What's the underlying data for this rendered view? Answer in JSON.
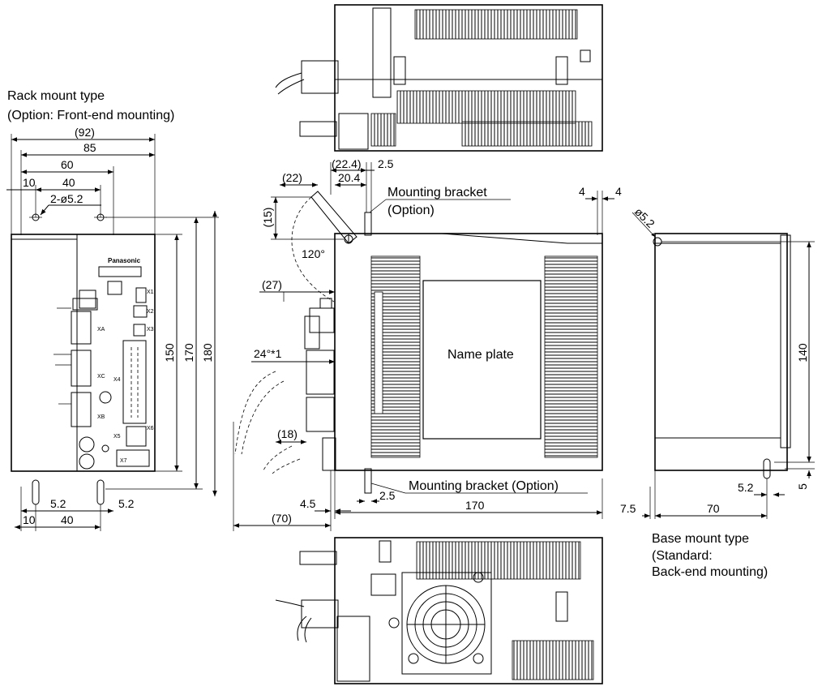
{
  "labels": {
    "rack_title": "Rack mount type",
    "rack_subtitle": "(Option: Front-end mounting)",
    "base_title": "Base mount type",
    "base_sub1": "(Standard:",
    "base_sub2": "Back-end mounting)",
    "mounting_bracket_top1": "Mounting bracket",
    "mounting_bracket_top2": "(Option)",
    "mounting_bracket_bottom": "Mounting bracket (Option)",
    "name_plate": "Name plate",
    "brand": "Panasonic"
  },
  "front_dims": {
    "d92": "(92)",
    "d85": "85",
    "d60": "60",
    "d40": "40",
    "d10": "10",
    "holes": "2-ø5.2",
    "d150": "150",
    "d170": "170",
    "d180": "180",
    "b52a": "5.2",
    "b52b": "5.2",
    "b10": "10",
    "b40": "40"
  },
  "side_dims": {
    "d22_4": "(22.4)",
    "d2_5": "2.5",
    "d20_4": "20.4",
    "d22": "(22)",
    "d15": "(15)",
    "d120": "120°",
    "d27": "(27)",
    "d24": "24°*1",
    "d18": "(18)",
    "d4a": "4",
    "d4b": "4",
    "d4_5": "4.5",
    "d2_5b": "2.5",
    "d170": "170",
    "d70": "(70)"
  },
  "right_dims": {
    "hole": "ø5.2",
    "d140": "140",
    "d5_2": "5.2",
    "d5": "5",
    "d7_5": "7.5",
    "d70": "70"
  },
  "panel_marks": {
    "x1": "X1",
    "x2": "X2",
    "x3": "X3",
    "x4": "X4",
    "x5": "X5",
    "x6": "X6",
    "x7": "X7",
    "xa": "XA",
    "xb": "XB",
    "xc": "XC"
  }
}
